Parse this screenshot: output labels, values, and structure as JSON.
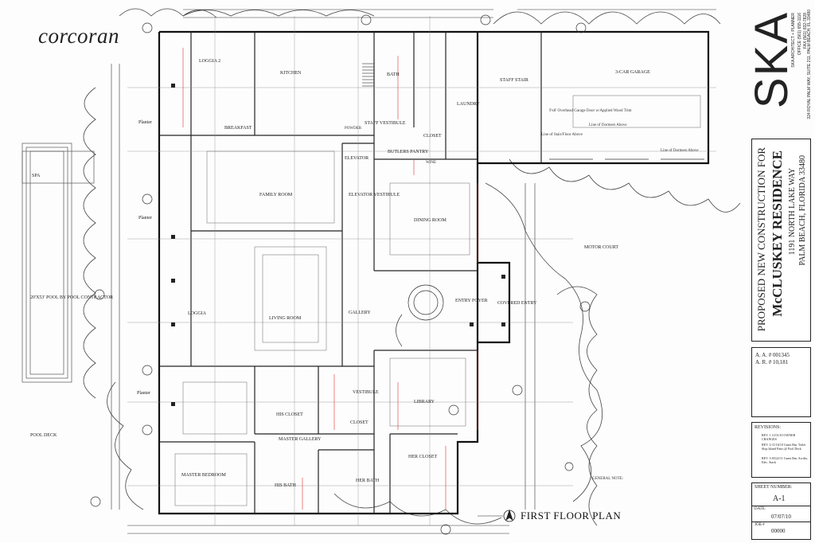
{
  "brand": "corcoran",
  "title_block": {
    "firm_logo": "SKA",
    "firm_tagline": "SKA ARCHITECT + PLANNER",
    "firm_office": "OFFICE (561) 655-1116",
    "firm_fax": "FAX (561) 832-7828",
    "firm_address": "324 ROYAL PALM WAY, SUITE 211, PALM BEACH, FL 33480",
    "project_line1": "PROPOSED NEW CONSTRUCTION FOR",
    "project_line2": "McCLUSKEY RESIDENCE",
    "project_line3": "1191 NORTH LAKE WAY",
    "project_line4": "PALM BEACH, FLORIDA 33480",
    "aa": "A. A. # 001345",
    "ar": "A. R. # 10,181",
    "revisions_label": "REVISIONS:",
    "revisions": [
      "REV. 1 11/01/10 OWNER CHANGES",
      "REV. 2-11/16/10 Guest Rm. Toilet Slop Island Patio @ Pool Deck",
      "REV. 3-03/22/11 Guest Rm. Au-dio, Elec. Stack"
    ],
    "sheet_number_label": "SHEET NUMBER:",
    "sheet_number": "A-1",
    "date_label": "DATE:",
    "date": "07/07/10",
    "job_label": "JOB #",
    "job": "00000"
  },
  "plan_title": "FIRST FLOOR PLAN",
  "rooms": {
    "loggia2": "LOGGIA 2",
    "kitchen": "KITCHEN",
    "bath": "BATH",
    "laundry": "LAUNDRY",
    "staff_stair": "STAFF STAIR",
    "three_car_garage": "3-CAR GARAGE",
    "breakfast": "BREAKFAST",
    "staff_vestibule": "STAFF VESTIBULE",
    "butlers_pantry": "BUTLERS PANTRY",
    "closet": "CLOSET",
    "elevator": "ELEVATOR",
    "elevator_vestibule": "ELEVATOR VESTIBULE",
    "family_room": "FAMILY ROOM",
    "dining_room": "DINING ROOM",
    "motor_court": "MOTOR COURT",
    "loggia": "LOGGIA",
    "living_room": "LIVING ROOM",
    "gallery": "GALLERY",
    "entry_foyer": "ENTRY FOYER",
    "covered_entry": "COVERED ENTRY",
    "library": "LIBRARY",
    "his_closet": "HIS CLOSET",
    "vestibule": "VESTIBULE",
    "master_gallery": "MASTER GALLERY",
    "master_bedroom": "MASTER BEDROOM",
    "his_bath": "HIS BATH",
    "her_bath": "HER BATH",
    "her_closet": "HER CLOSET",
    "pool_deck": "POOL DECK",
    "pool": "20'X53' POOL\nBY POOL CONTRACTOR",
    "spa": "SPA",
    "planter": "Planter",
    "wine": "WINE",
    "powder": "POWDER"
  },
  "notes": {
    "general_note": "GENERAL NOTE:",
    "line_of_dormers": "Line of Dormers Above",
    "line_of_stair": "Line of Stair/Floor Above",
    "garage_door": "9'x8' Overhead Garage Door w/Applied Wood Trim",
    "motor_court_arrow": "MOTOR COURT"
  }
}
